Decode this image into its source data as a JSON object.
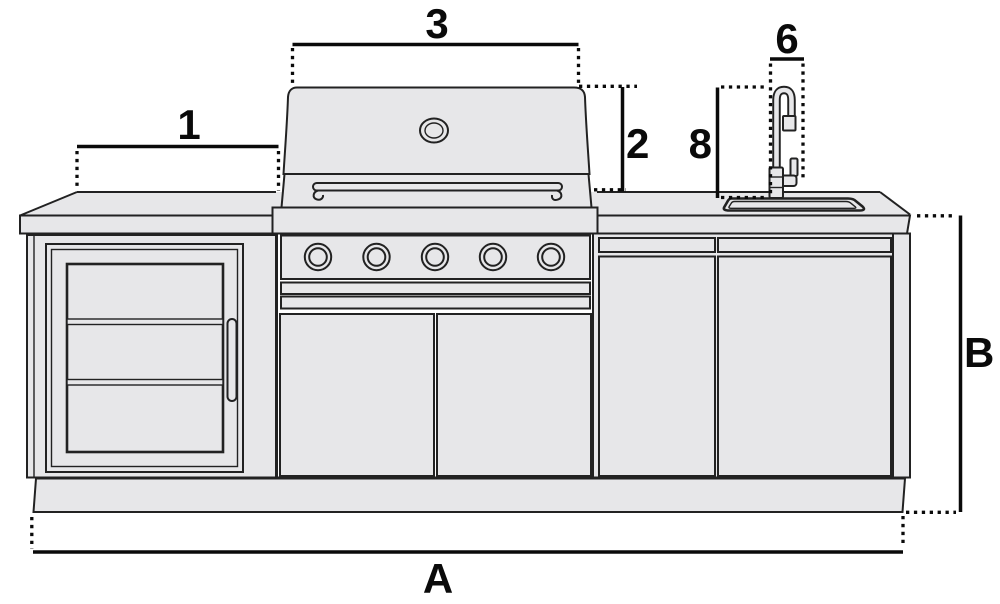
{
  "diagram": {
    "description": "Outdoor kitchen island dimension diagram: fridge cabinet, 5-burner grill with hood, sink cabinet with faucet",
    "dimensions": {
      "left_counter_width": "1",
      "hood_height": "2",
      "grill_width": "3",
      "faucet_width": "6",
      "faucet_height": "8",
      "total_width": "A",
      "total_height": "B"
    }
  },
  "colors": {
    "background": "#ffffff",
    "fill": "#e7e7e9",
    "stroke": "#222222",
    "dim": "#0a0a0a"
  }
}
